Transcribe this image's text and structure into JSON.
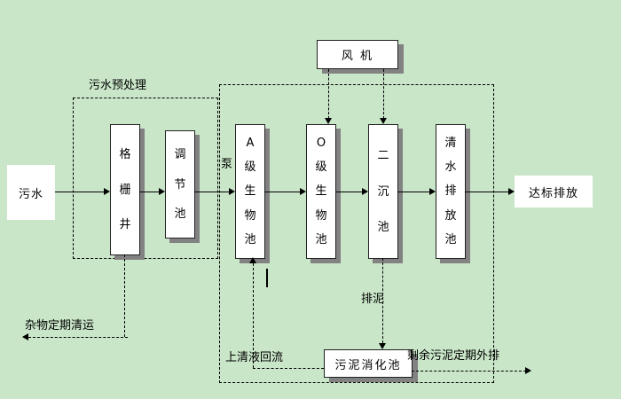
{
  "colors": {
    "background": "#c9e6c9",
    "box_fill": "#ffffff",
    "box_border": "#222222",
    "shadow": "#828282",
    "line": "#000000"
  },
  "groups": {
    "pretreatment": {
      "label": "污水预处理"
    }
  },
  "nodes": {
    "influent": {
      "label": "污水"
    },
    "grid_well": {
      "label": "格栅井"
    },
    "regulating_tank": {
      "label": "调节池"
    },
    "a_bio_tank": {
      "label": "A级生物池"
    },
    "o_bio_tank": {
      "label": "O级生物池"
    },
    "secondary_clarifier": {
      "label": "二沉池"
    },
    "clean_water_tank": {
      "label": "清水排放池"
    },
    "fan": {
      "label": "风 机"
    },
    "sludge_digestion_tank": {
      "label": "污泥消化池"
    },
    "effluent": {
      "label": "达标排放"
    }
  },
  "annotations": {
    "pump": "泵",
    "debris_removal": "杂物定期清运",
    "supernatant_return": "上清液回流",
    "sludge_discharge": "排泥",
    "excess_sludge": "剩余污泥定期外排"
  }
}
